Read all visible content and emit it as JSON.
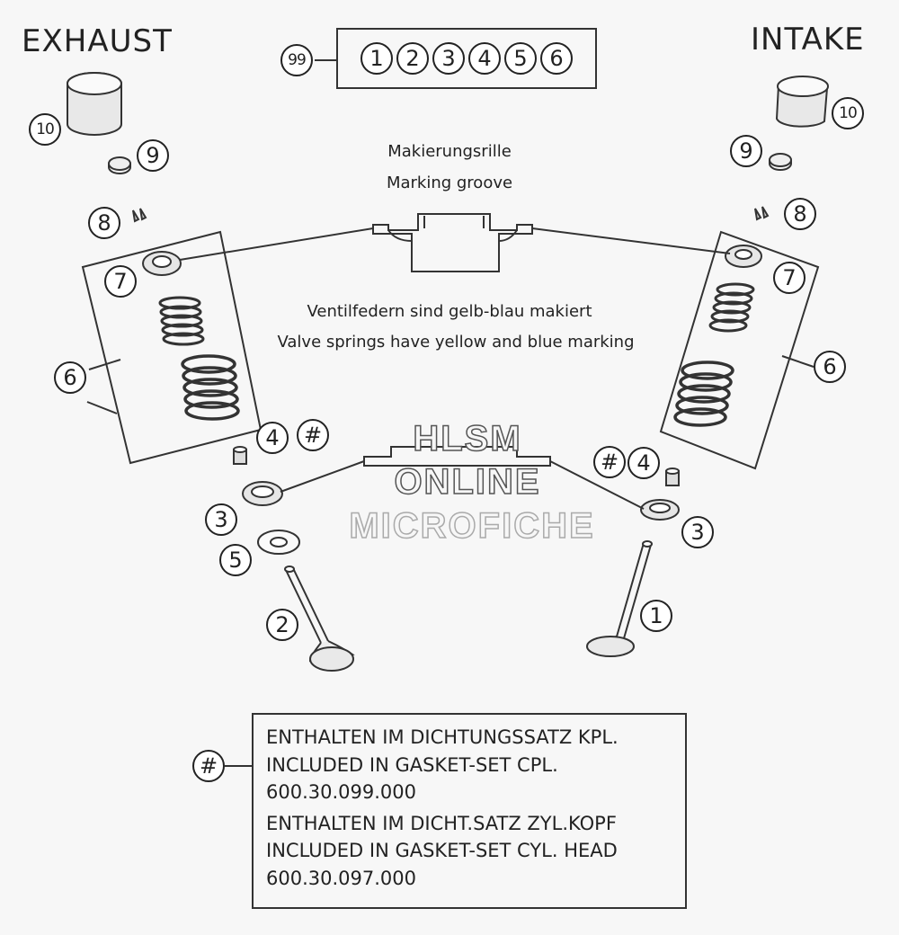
{
  "headers": {
    "exhaust": "EXHAUST",
    "intake": "INTAKE"
  },
  "set_callout": "99",
  "set_items": [
    "1",
    "2",
    "3",
    "4",
    "5",
    "6"
  ],
  "marking_groove": {
    "de": "Makierungsrille",
    "en": "Marking groove"
  },
  "valve_springs": {
    "de": "Ventilfedern sind gelb-blau makiert",
    "en": "Valve springs have yellow and blue marking"
  },
  "callouts": {
    "exhaust": {
      "cap": "10",
      "shim": "9",
      "keeper": "8",
      "retainer": "7",
      "spring_set": "6",
      "seal": "4",
      "gasket": "#",
      "seat": "3",
      "washer": "5",
      "valve": "2"
    },
    "intake": {
      "cap": "10",
      "shim": "9",
      "keeper": "8",
      "retainer": "7",
      "spring_set": "6",
      "seal": "4",
      "gasket": "#",
      "seat": "3",
      "valve": "1"
    }
  },
  "watermark": {
    "line1": "HLSM",
    "line2": "ONLINE",
    "line3": "MICROFICHE"
  },
  "legend": {
    "symbol": "#",
    "line1": "ENTHALTEN IM DICHTUNGSSATZ KPL.",
    "line2": "INCLUDED IN GASKET-SET CPL.",
    "line3": "600.30.099.000",
    "line4": "ENTHALTEN IM DICHT.SATZ ZYL.KOPF",
    "line5": "INCLUDED IN GASKET-SET CYL. HEAD",
    "line6": "600.30.097.000"
  }
}
